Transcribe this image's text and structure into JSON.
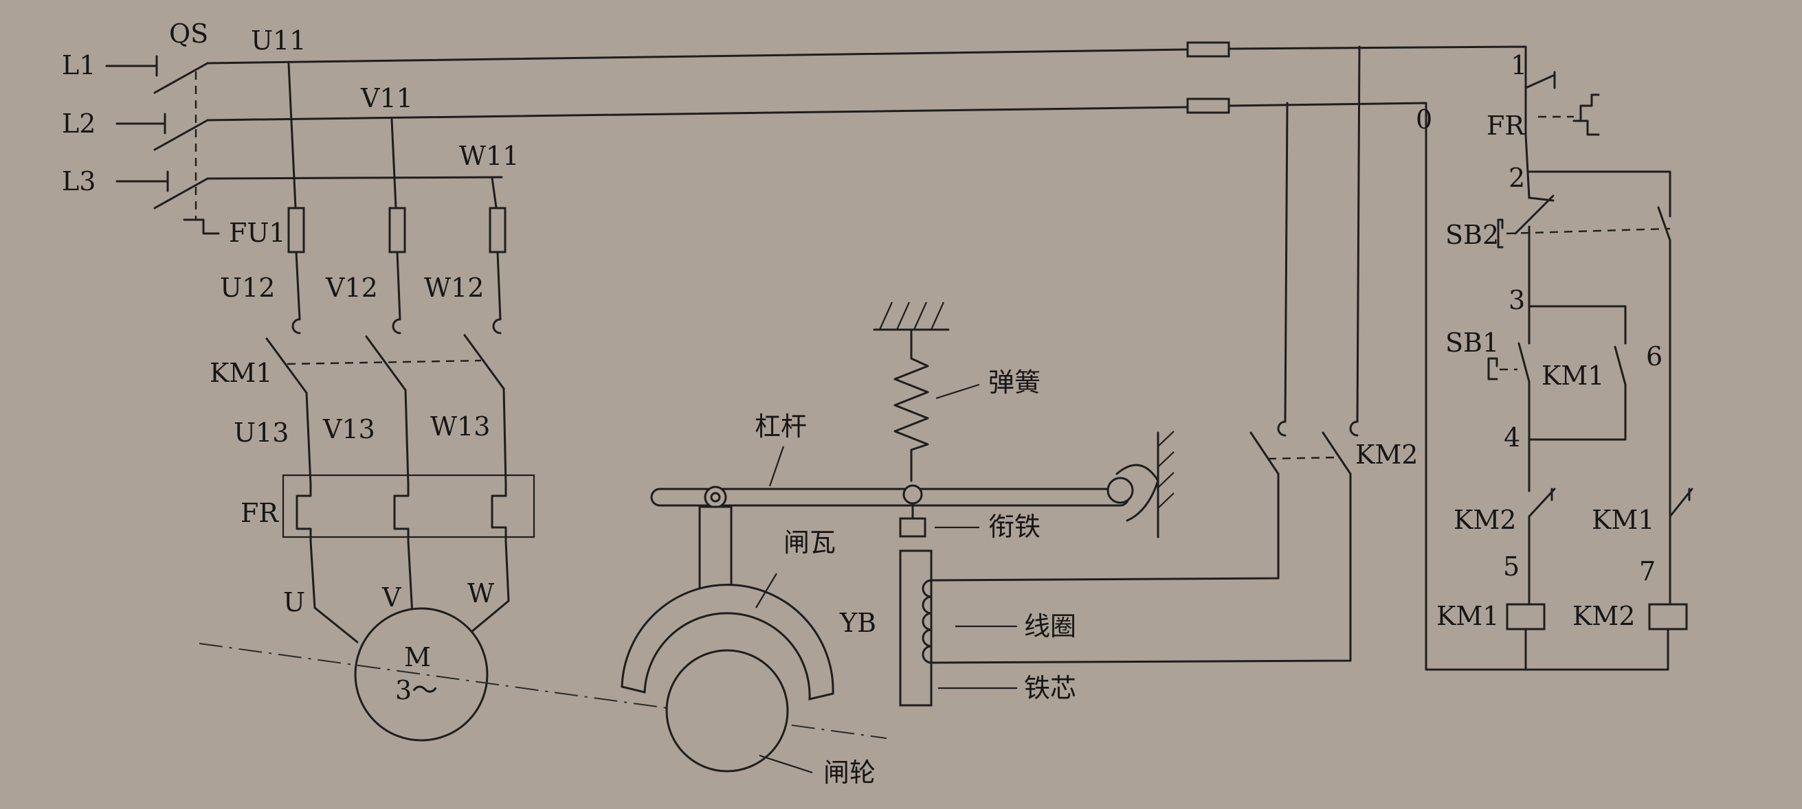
{
  "supply": {
    "l1": "L1",
    "l2": "L2",
    "l3": "L3",
    "qs": "QS"
  },
  "power_circuit": {
    "line_labels": [
      "U11",
      "V11",
      "W11"
    ],
    "fuse_label": "FU1",
    "fuse_out_labels": [
      "U12",
      "V12",
      "W12"
    ],
    "contactor_label": "KM1",
    "contactor_out_labels": [
      "U13",
      "V13",
      "W13"
    ],
    "thermal_relay_label": "FR",
    "motor_terminals": [
      "U",
      "V",
      "W"
    ],
    "motor_symbol": "M",
    "motor_phase": "3～"
  },
  "brake": {
    "spring": "弹簧",
    "lever": "杠杆",
    "armature": "衔铁",
    "brake_shoe": "闸瓦",
    "yb": "YB",
    "coil": "线圈",
    "core": "铁芯",
    "brake_wheel": "闸轮",
    "km2_contact": "KM2"
  },
  "control_circuit": {
    "nodes": [
      "1",
      "0",
      "2",
      "3",
      "4",
      "5",
      "6",
      "7"
    ],
    "fr": "FR",
    "sb2": "SB2",
    "sb1": "SB1",
    "km1_holding": "KM1",
    "km2_interlock": "KM2",
    "km1_interlock": "KM1",
    "km1_coil": "KM1",
    "km2_coil": "KM2"
  }
}
